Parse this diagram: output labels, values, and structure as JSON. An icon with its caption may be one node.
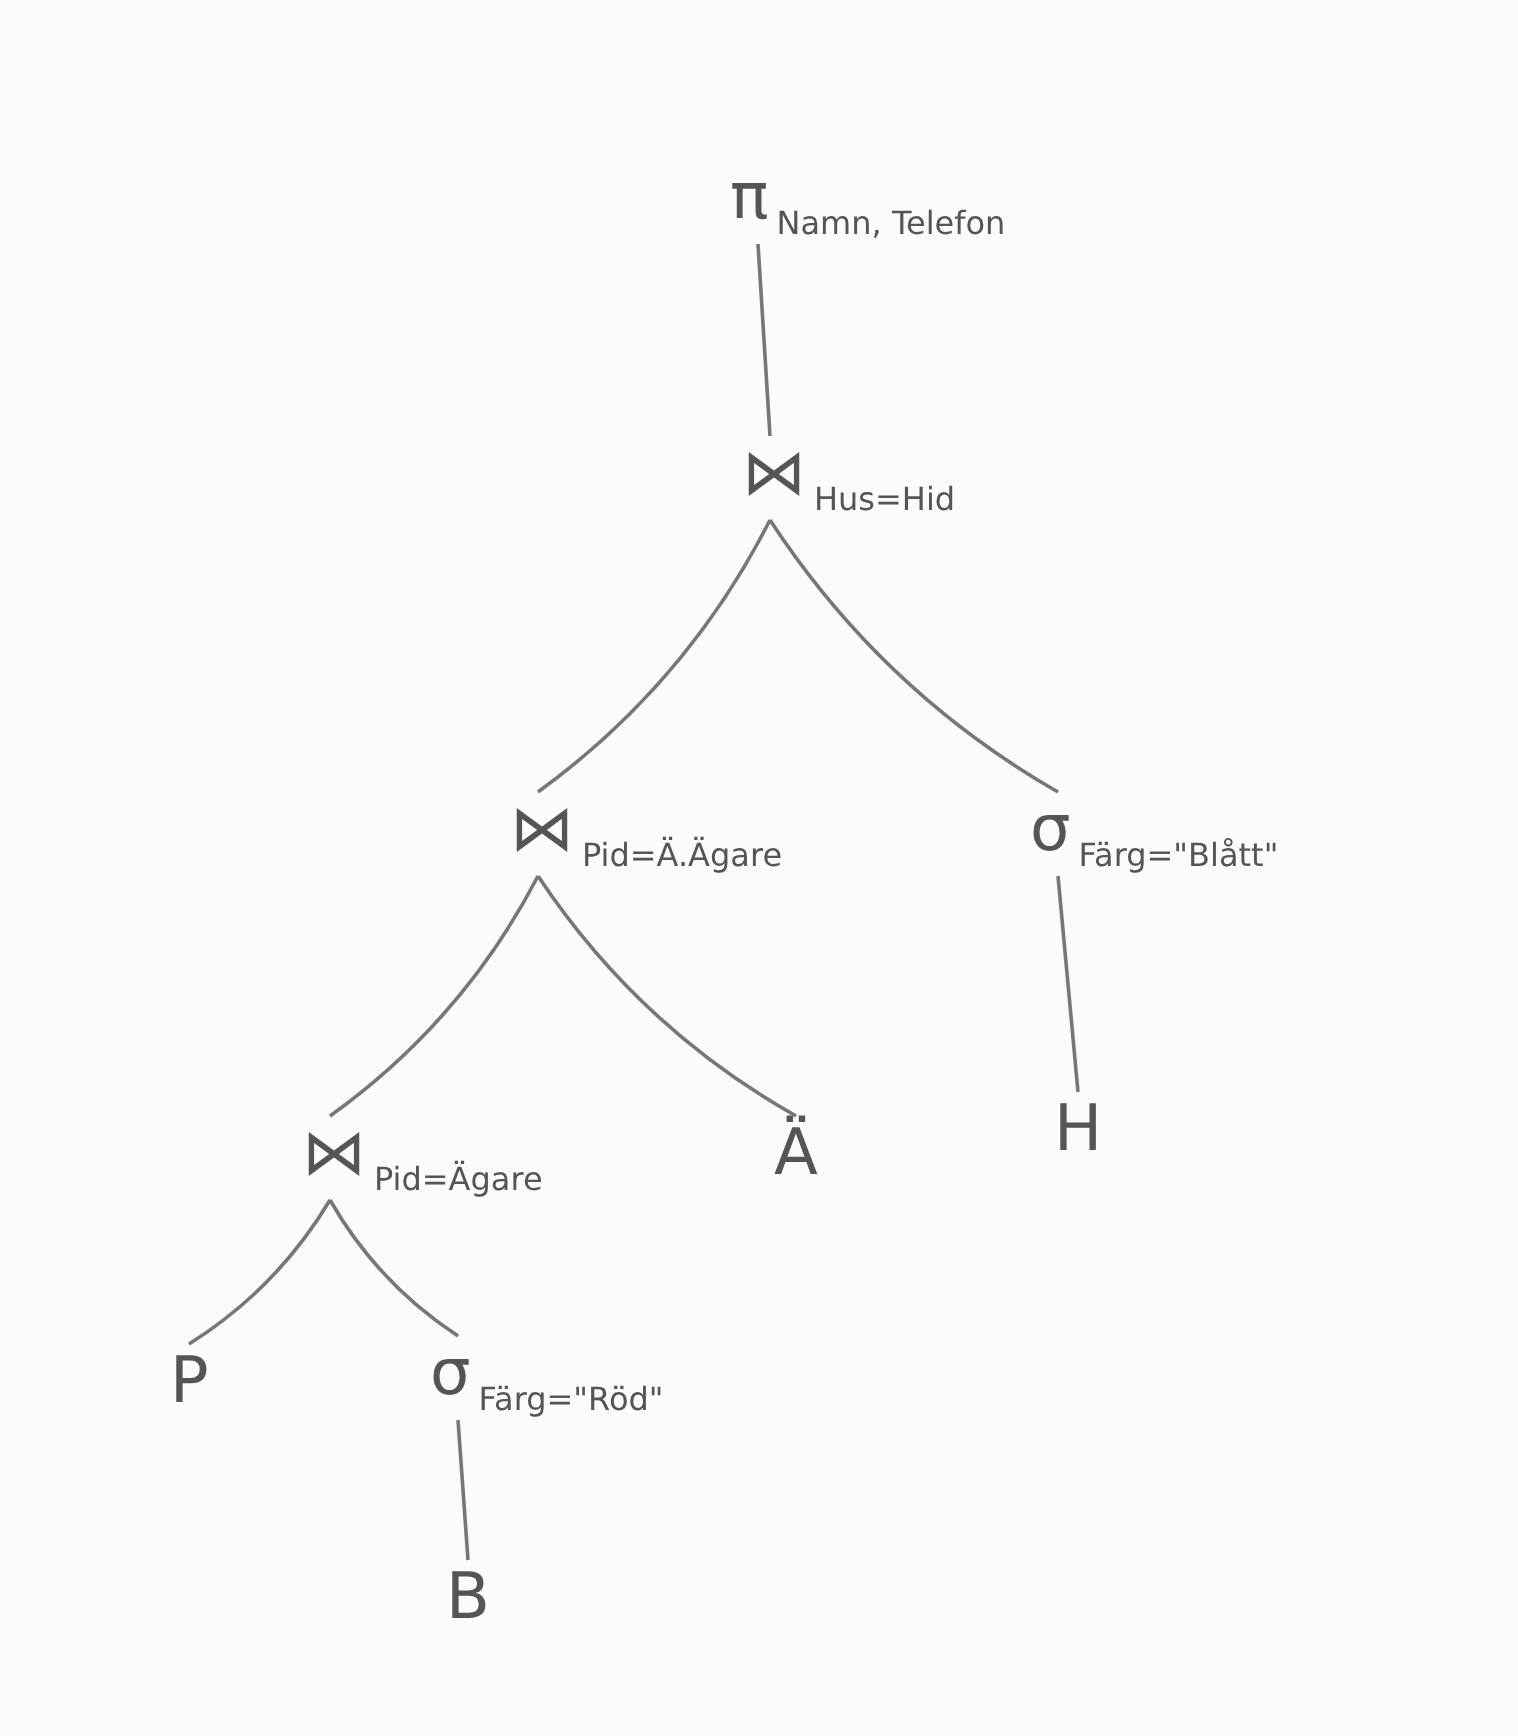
{
  "diagram": {
    "nodes": [
      {
        "text": [
          "π$_{Namn, Telefon}$"
        ]
      },
      {
        "text": [
          "⋈$_{Hus=Hid}$"
        ]
      },
      {
        "text": [
          "⋈$_{Pid=Ä.Ägare}$"
        ]
      },
      {
        "text": [
          "σ$_{Färg=\"Blått\"}$"
        ]
      },
      {
        "text": [
          "⋈$_{Pid=Ägare}$"
        ]
      },
      {
        "text": [
          "Ä"
        ]
      },
      {
        "text": [
          "H"
        ]
      },
      {
        "text": [
          "P"
        ]
      },
      {
        "text": [
          "σ$_{Färg=\"Röd\"}$"
        ]
      },
      {
        "text": [
          "B"
        ]
      }
    ],
    "edges": [
      {
        "from": 0,
        "to": 1,
        "arrow": "none"
      },
      {
        "from": 1,
        "to": 2,
        "arrow": "none"
      },
      {
        "from": 1,
        "to": 3,
        "arrow": "none"
      },
      {
        "from": 2,
        "to": 4,
        "arrow": "none"
      },
      {
        "from": 2,
        "to": 5,
        "arrow": "none"
      },
      {
        "from": 3,
        "to": 6,
        "arrow": "none"
      },
      {
        "from": 4,
        "to": 7,
        "arrow": "none"
      },
      {
        "from": 4,
        "to": 8,
        "arrow": "none"
      },
      {
        "from": 8,
        "to": 9,
        "arrow": "none"
      }
    ]
  }
}
